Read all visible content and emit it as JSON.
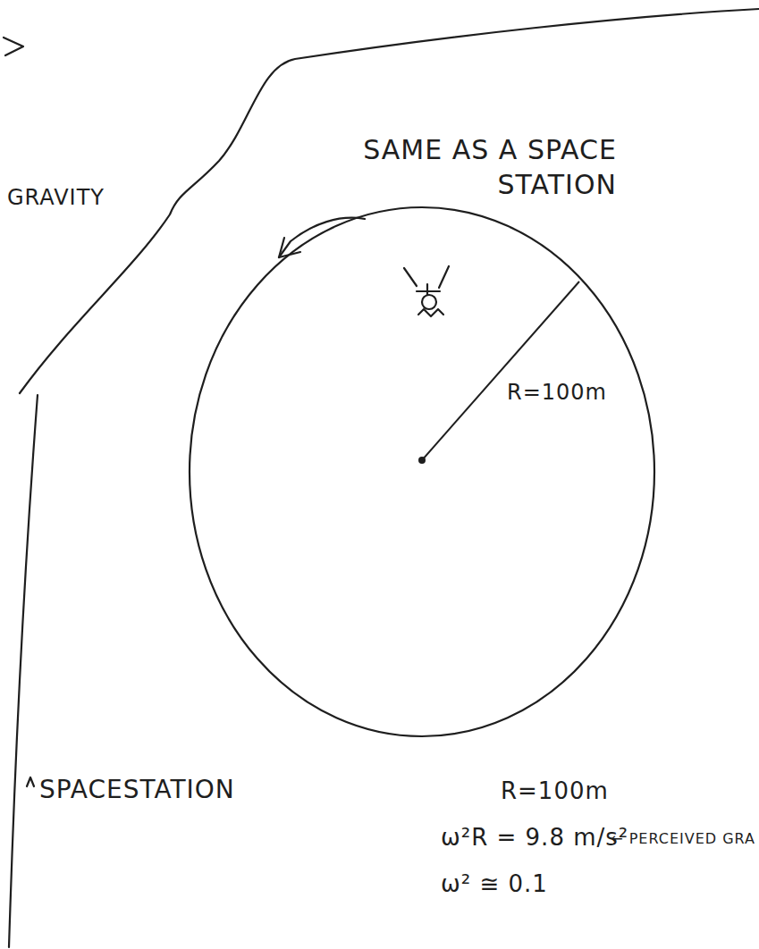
{
  "diagram": {
    "nodes": [
      {
        "text": [
          "R=100m"
        ]
      }
    ],
    "labels": [
      "GRAVITY",
      "SAME AS A SPACE STATION",
      "SPACESTATION",
      "R=100m",
      "ω²R = 9.8 m/s²",
      "← PERCEIVED GRA",
      "ω² ≅ 0.1"
    ]
  }
}
